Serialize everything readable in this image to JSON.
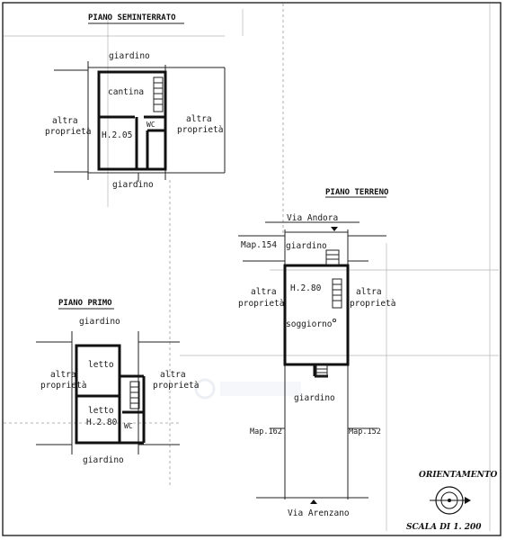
{
  "colors": {
    "ink": "#111111",
    "guides": "#9a9a9a",
    "watermark": "#d8dee8"
  },
  "basement": {
    "title": "PIANO SEMINTERRATO",
    "garden_top": "giardino",
    "room": "cantina",
    "left_label_1": "altra",
    "left_label_2": "proprietà",
    "right_label_1": "altra",
    "right_label_2": "proprietà",
    "height": "H.2.05",
    "wc": "WC",
    "garden_bottom": "giardino"
  },
  "ground": {
    "title": "PIANO TERRENO",
    "street_top": "Via Andora",
    "map_top": "Map.154",
    "garden_top": "giardino",
    "height": "H.2.80",
    "left_label_1": "altra",
    "left_label_2": "proprietà",
    "right_label_1": "altra",
    "right_label_2": "proprietà",
    "living": "soggiorno",
    "garden_bottom": "giardino",
    "map_left": "Map.162",
    "map_right": "Map.152",
    "street_bottom": "Via Arenzano"
  },
  "first": {
    "title": "PIANO PRIMO",
    "garden_top": "giardino",
    "room_1": "letto",
    "room_2": "letto",
    "height": "H.2.80",
    "left_label_1": "altra",
    "left_label_2": "proprietà",
    "right_label_1": "altra",
    "right_label_2": "proprietà",
    "wc": "WC",
    "garden_bottom": "giardino"
  },
  "orientation": {
    "title": "ORIENTAMENTO",
    "scale": "SCALA DI 1. 200"
  }
}
